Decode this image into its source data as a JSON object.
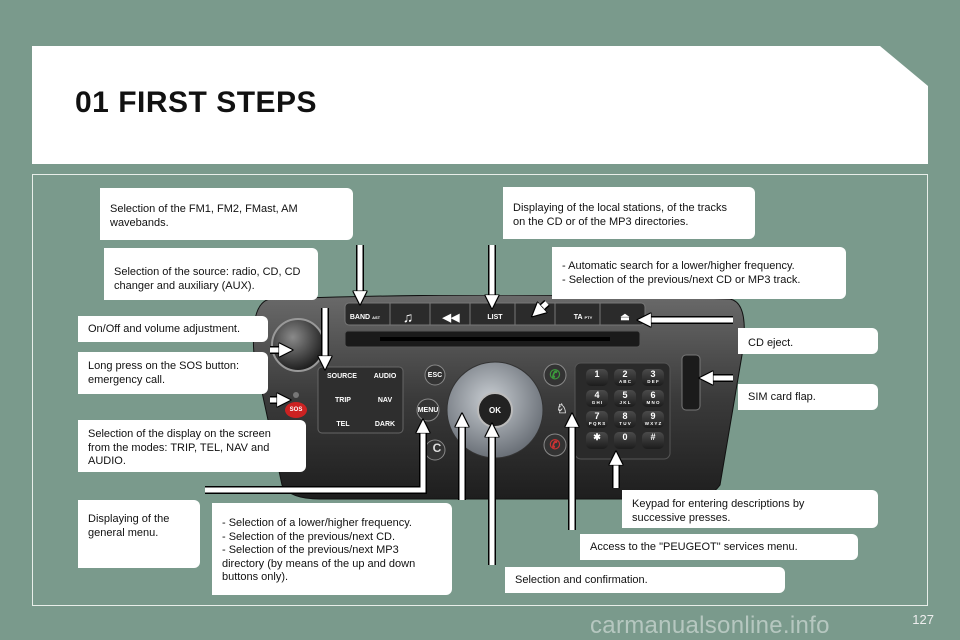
{
  "header": {
    "title": "01 FIRST STEPS"
  },
  "callouts": {
    "band": "Selection of the FM1, FM2, FMast, AM\nwavebands.",
    "source": "Selection of the source: radio, CD, CD\nchanger and auxiliary (AUX).",
    "onoff": "On/Off and volume adjustment.",
    "sos": "Long press on the SOS button:\nemergency call.",
    "display": "Selection of the display on the screen\nfrom the modes: TRIP, TEL, NAV and\nAUDIO.",
    "menu": "Displaying of the\ngeneral menu.",
    "arrows": "- Selection of a lower/higher frequency.\n- Selection of the previous/next CD.\n- Selection of the previous/next MP3\n   directory (by means of the up and down\n   buttons only).",
    "ok": "Selection and confirmation.",
    "peugeot": "Access to the \"PEUGEOT\" services menu.",
    "keypad": "Keypad for entering descriptions by\nsuccessive presses.",
    "sim": "SIM card flap.",
    "eject": "CD eject.",
    "search": "- Automatic search for a lower/higher frequency.\n- Selection of the previous/next CD or MP3 track.",
    "list": "Displaying of the local stations, of the tracks\non the CD or of the MP3 directories."
  },
  "radio": {
    "band_label": "BAND",
    "band_sub": "AST",
    "list_label": "LIST",
    "ta_label": "TA",
    "ta_sub": "PTY",
    "source_label": "SOURCE",
    "audio_label": "AUDIO",
    "trip_label": "TRIP",
    "nav_label": "NAV",
    "tel_label": "TEL",
    "dark_label": "DARK",
    "esc_label": "ESC",
    "menu_label": "MENU",
    "ok_label": "OK",
    "sos_label": "SOS",
    "keys": [
      {
        "num": "1",
        "letters": ""
      },
      {
        "num": "2",
        "letters": "A B C"
      },
      {
        "num": "3",
        "letters": "D E F"
      },
      {
        "num": "4",
        "letters": "G H I"
      },
      {
        "num": "5",
        "letters": "J K L"
      },
      {
        "num": "6",
        "letters": "M N O"
      },
      {
        "num": "7",
        "letters": "P Q R S"
      },
      {
        "num": "8",
        "letters": "T U V"
      },
      {
        "num": "9",
        "letters": "W X Y Z"
      },
      {
        "num": "✱",
        "letters": ""
      },
      {
        "num": "0",
        "letters": ""
      },
      {
        "num": "#",
        "letters": ""
      }
    ]
  },
  "page_number": "127",
  "watermark": "carmanualsonline.info"
}
